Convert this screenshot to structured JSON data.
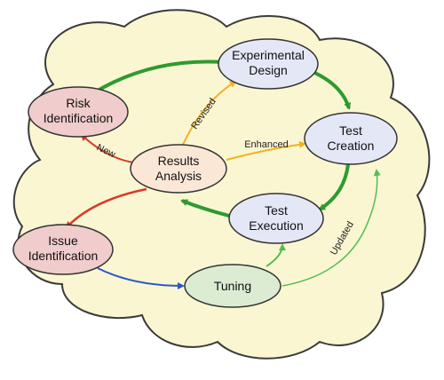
{
  "colors": {
    "cloud_fill": "#fbf6d2",
    "cloud_stroke": "#3a3a3a",
    "green": "#2e9b2e",
    "light_green": "#55bb55",
    "orange": "#f2b21f",
    "red": "#d83a2a",
    "blue": "#2b58c4",
    "pink_node": "#f0cccc",
    "blue_node": "#e4e8f6",
    "green_node": "#dcecd2",
    "peach_node": "#fbe7d6"
  },
  "nodes": {
    "experimental_design": {
      "line1": "Experimental",
      "line2": "Design"
    },
    "test_creation": {
      "line1": "Test",
      "line2": "Creation"
    },
    "test_execution": {
      "line1": "Test",
      "line2": "Execution"
    },
    "results_analysis": {
      "line1": "Results",
      "line2": "Analysis"
    },
    "risk_identification": {
      "line1": "Risk",
      "line2": "Identification"
    },
    "issue_identification": {
      "line1": "Issue",
      "line2": "Identification"
    },
    "tuning": {
      "line1": "Tuning"
    }
  },
  "edge_labels": {
    "revised": "Revised",
    "enhanced": "Enhanced",
    "new": "New",
    "updated": "Updated"
  }
}
